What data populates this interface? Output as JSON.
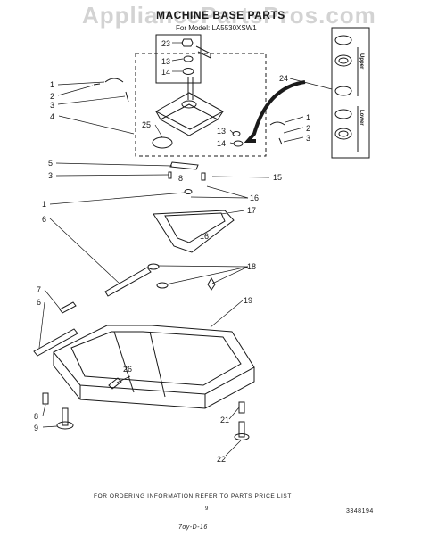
{
  "watermark": "AppliancePartsPros.com",
  "title": "MACHINE BASE PARTS",
  "model_line": "For Model: LA5530XSW1",
  "bearing_labels": {
    "upper": "Upper",
    "lower": "Lower"
  },
  "callouts": {
    "c23": "23",
    "c13a": "13",
    "c14a": "14",
    "c1a": "1",
    "c2a": "2",
    "c3a": "3",
    "c4": "4",
    "c25": "25",
    "c13b": "13",
    "c14b": "14",
    "c1b": "1",
    "c2b": "2",
    "c3b": "3",
    "c24": "24",
    "c5": "5",
    "c3c": "3",
    "c8a": "8",
    "c15": "15",
    "c16a": "16",
    "c1c": "1",
    "c6a": "6",
    "c17": "17",
    "c16b": "16",
    "c18": "18",
    "c7": "7",
    "c6b": "6",
    "c19": "19",
    "c26": "26",
    "c8b": "8",
    "c9": "9",
    "c21": "21",
    "c22": "22"
  },
  "footer": "FOR ORDERING INFORMATION REFER TO PARTS PRICE LIST",
  "page_number": "9",
  "document_number": "3348194",
  "date_code": "7oy-D-16"
}
